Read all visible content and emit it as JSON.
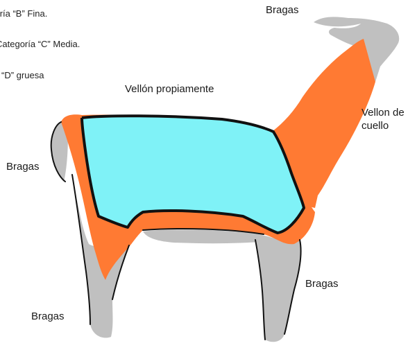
{
  "legend": {
    "items": [
      {
        "label": "egoría “B” Fina."
      },
      {
        "label": "Categoría “C” Media."
      },
      {
        "label": "oría “D” gruesa"
      }
    ]
  },
  "labels": {
    "vellon_propiamente": "Vellón propiamente",
    "vellon_cuello": "Vellon de cuello",
    "bragas_head": "Bragas",
    "bragas_rump": "Bragas",
    "bragas_hind": "Bragas",
    "bragas_front": "Bragas"
  },
  "colors": {
    "category_b_fina": "#7ff2f7",
    "category_c_media": "#ff7a33",
    "category_d_gruesa": "#c0c0c0",
    "outline": "#111111"
  }
}
